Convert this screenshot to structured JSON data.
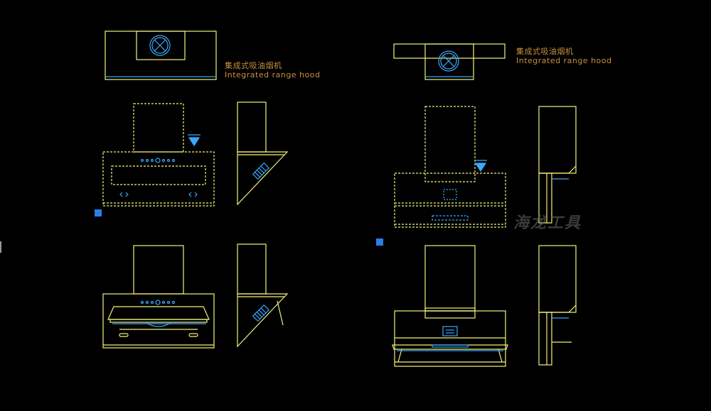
{
  "colors": {
    "background": "#000000",
    "outline": "#f2f27a",
    "detail": "#3aa8ff",
    "label": "#c89040",
    "watermark": "#6a6a6a",
    "marker": "#2a7ee8"
  },
  "hood_a": {
    "label_zh": "集成式吸油烟机",
    "label_en": "Integrated range hood"
  },
  "hood_b": {
    "label_zh": "集成式吸油烟机",
    "label_en": "Integrated range hood"
  },
  "watermark": "海龙工具"
}
